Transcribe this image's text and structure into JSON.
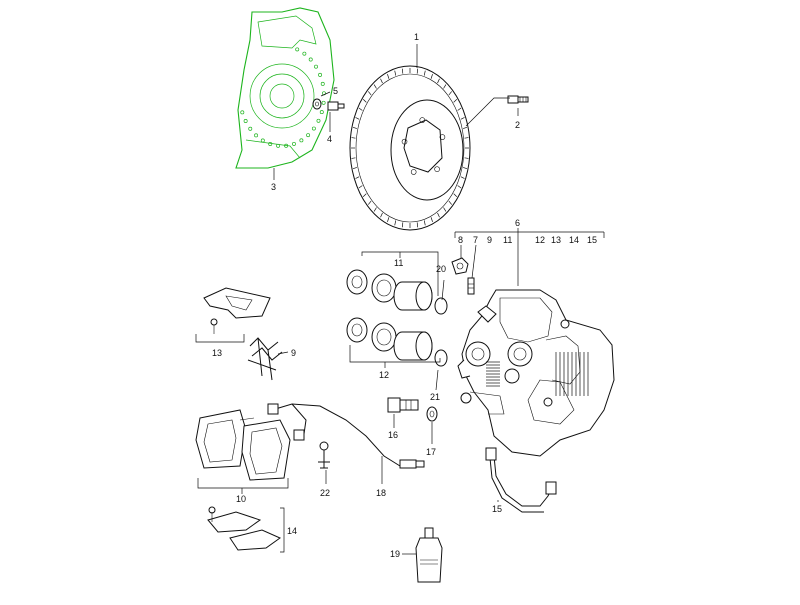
{
  "diagram": {
    "highlight_color": "#1db41d",
    "callouts": {
      "c1": "1",
      "c2": "2",
      "c3": "3",
      "c4": "4",
      "c5": "5",
      "c6": "6",
      "c6_8": "8",
      "c6_7": "7",
      "c6_9": "9",
      "c6_11": "11",
      "c6_12": "12",
      "c6_13": "13",
      "c6_14": "14",
      "c6_15": "15",
      "c7": "7",
      "c8": "8",
      "c9": "9",
      "c10": "10",
      "c11": "11",
      "c12": "12",
      "c13": "13",
      "c14": "14",
      "c15": "15",
      "c16": "16",
      "c17": "17",
      "c18": "18",
      "c19": "19",
      "c20": "20",
      "c21": "21",
      "c22": "22"
    }
  }
}
